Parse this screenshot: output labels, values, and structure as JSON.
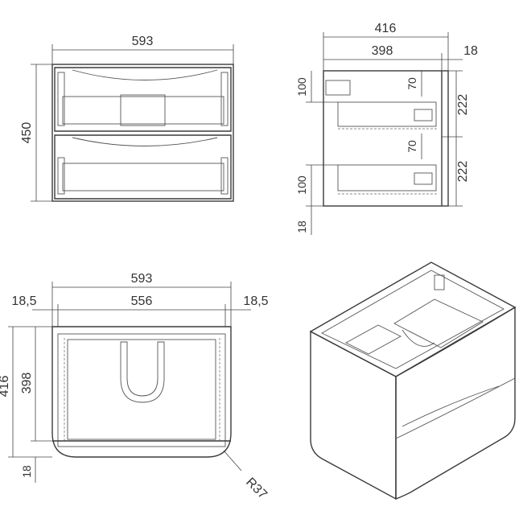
{
  "front_view": {
    "width": "593",
    "height": "450"
  },
  "side_view": {
    "depth_total": "416",
    "depth_inner": "398",
    "panel": "18",
    "upper_gap": "100",
    "upper_rail": "70",
    "upper_drawer": "222",
    "lower_rail": "70",
    "lower_drawer": "222",
    "lower_gap": "100",
    "bottom_panel": "18"
  },
  "plan_view": {
    "width": "593",
    "inner_width": "556",
    "left_side": "18,5",
    "right_side": "18,5",
    "depth_total": "416",
    "depth_inner": "398",
    "back_panel": "18",
    "corner_radius": "R37"
  }
}
